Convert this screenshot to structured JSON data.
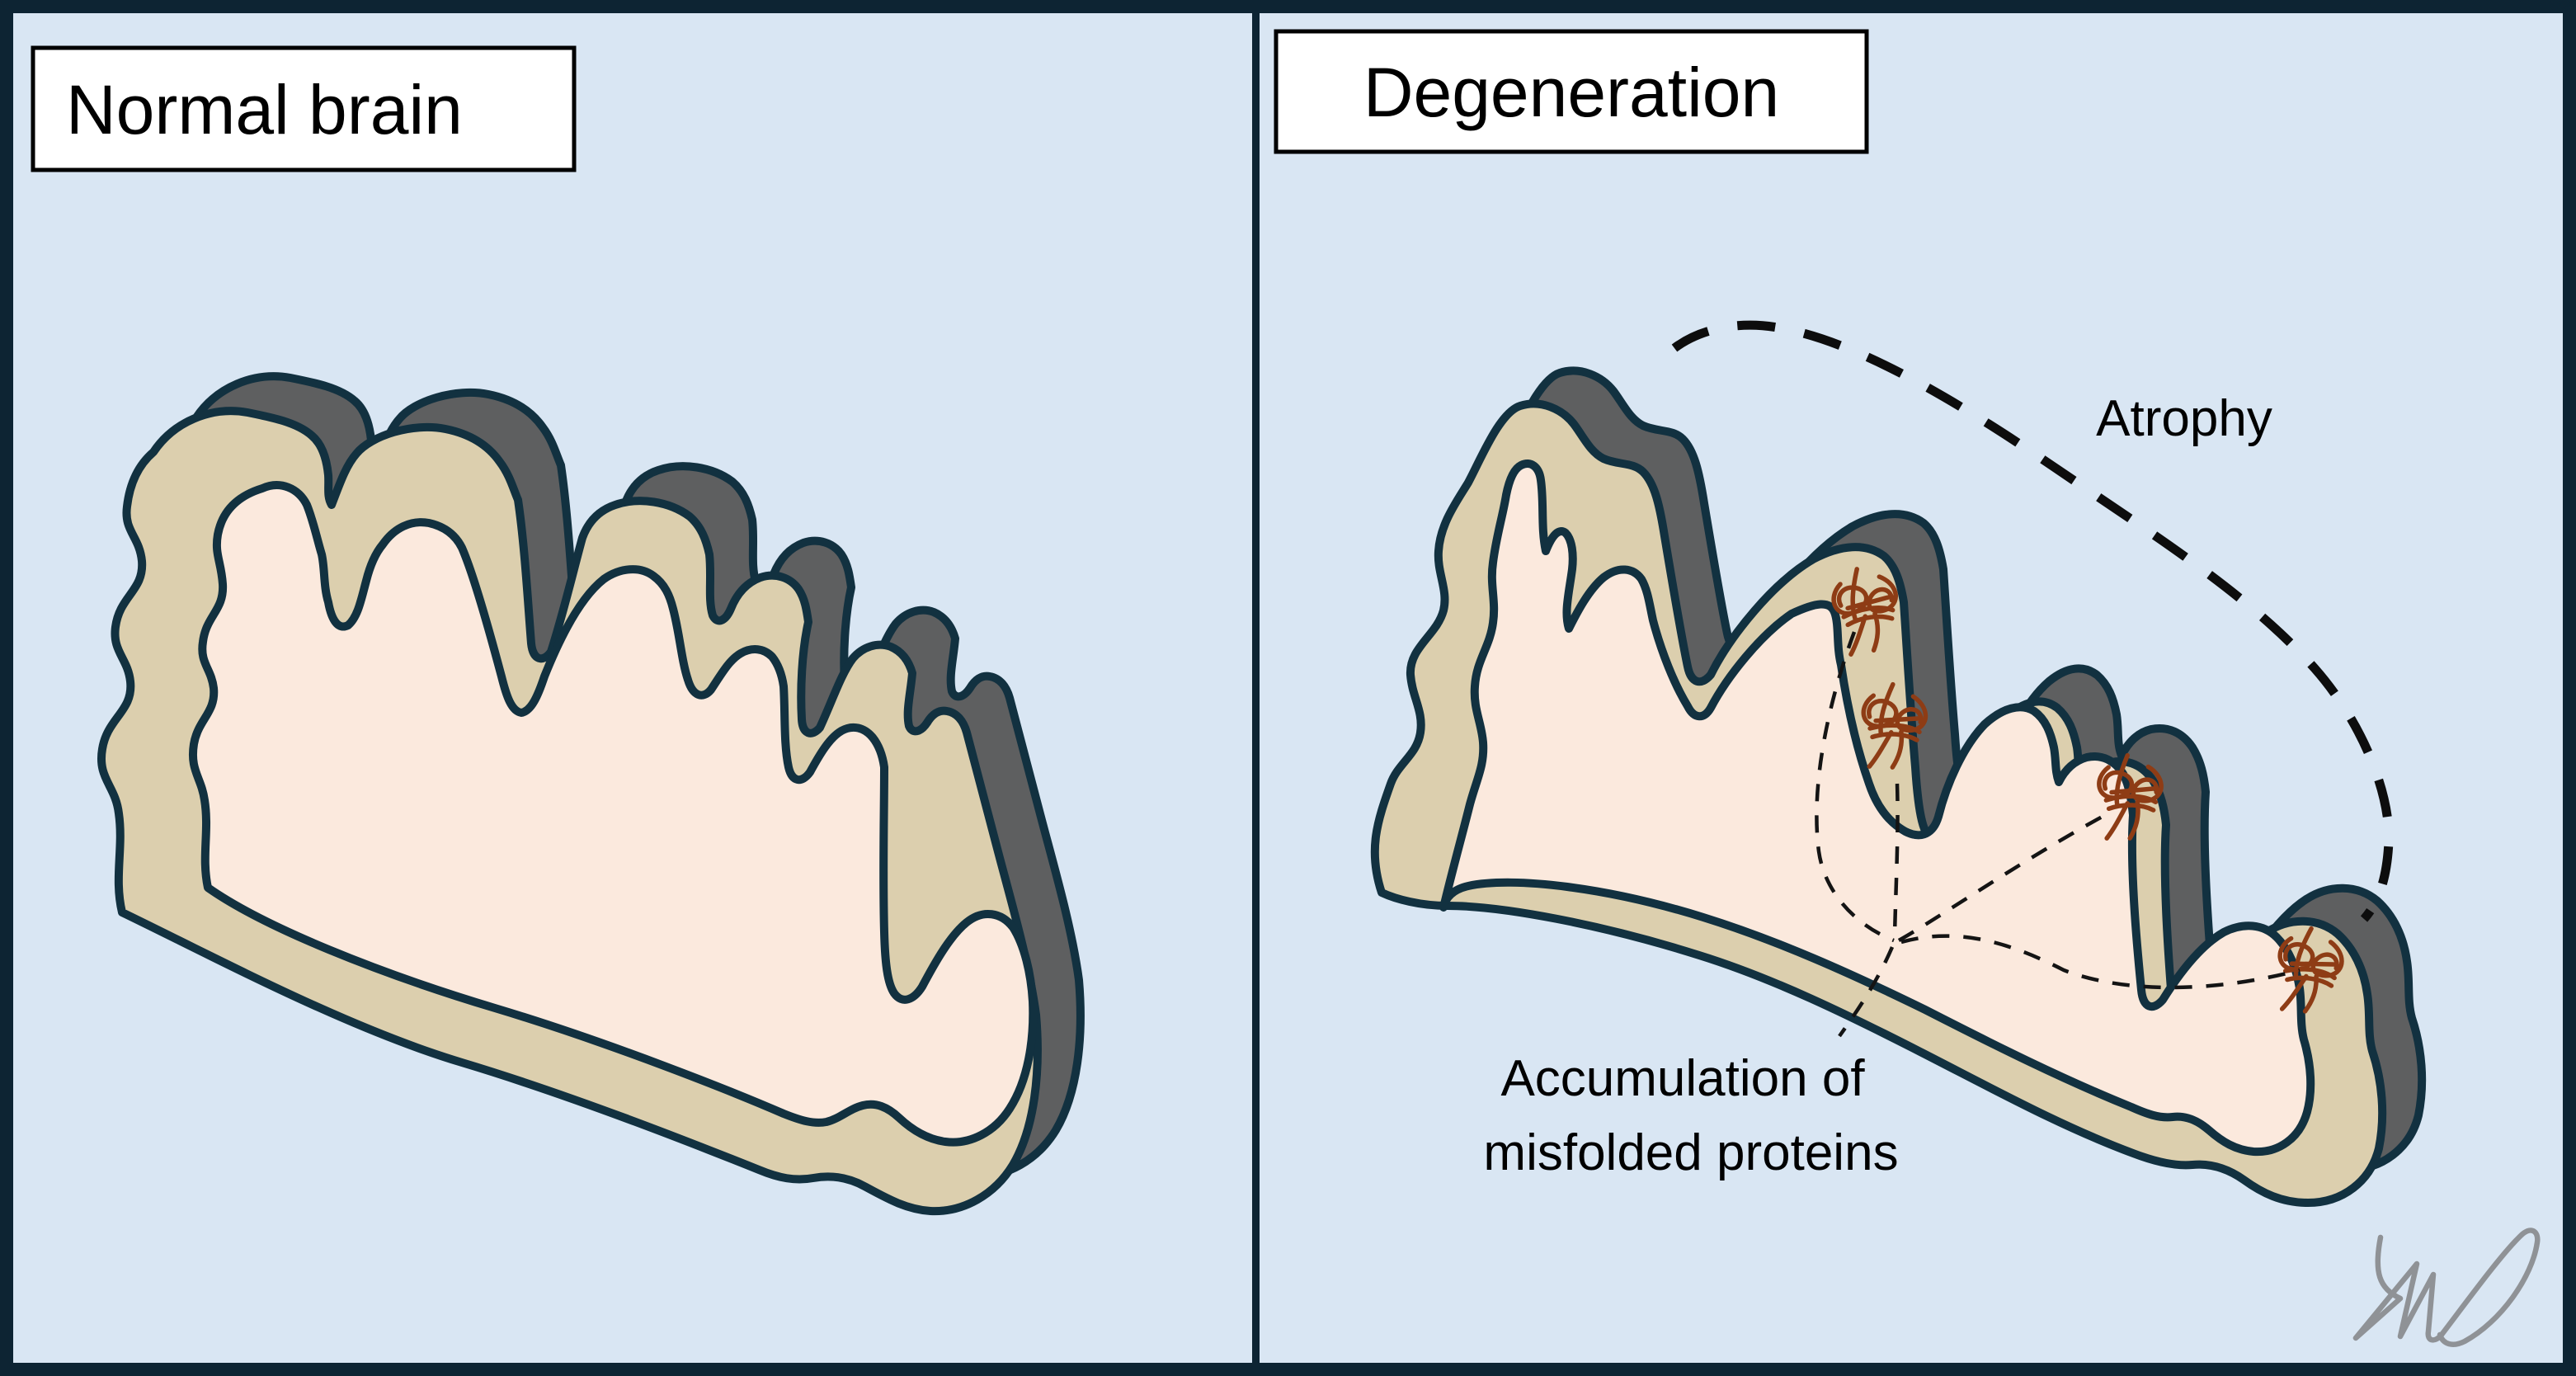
{
  "diagram": {
    "type": "medical-illustration",
    "subject": "Comparison of a normal brain cortex cross-section and a degenerating cortex with atrophy and misfolded protein accumulation"
  },
  "left_panel": {
    "title": "Normal brain"
  },
  "right_panel": {
    "title": "Degeneration",
    "atrophy_label": "Atrophy",
    "accumulation_label": {
      "line1": "Accumulation of",
      "line2": "misfolded proteins"
    },
    "protein_aggregate_count": 4
  },
  "icons": {
    "protein_aggregate": "misfolded-protein-squiggle-icon",
    "signature": "artist-signature-mark"
  },
  "colors": {
    "panel_background": "#d9e6f3",
    "frame_border": "#0d2433",
    "shape_outline": "#123140",
    "cortex_tan": "#dccfae",
    "white_matter_pink": "#fbe9dd",
    "extrusion_gray": "#5e5f60",
    "protein_rust": "#8e3c15",
    "annotation_black": "#141414",
    "signature_gray": "#8f9296",
    "label_box_background": "#ffffff"
  }
}
